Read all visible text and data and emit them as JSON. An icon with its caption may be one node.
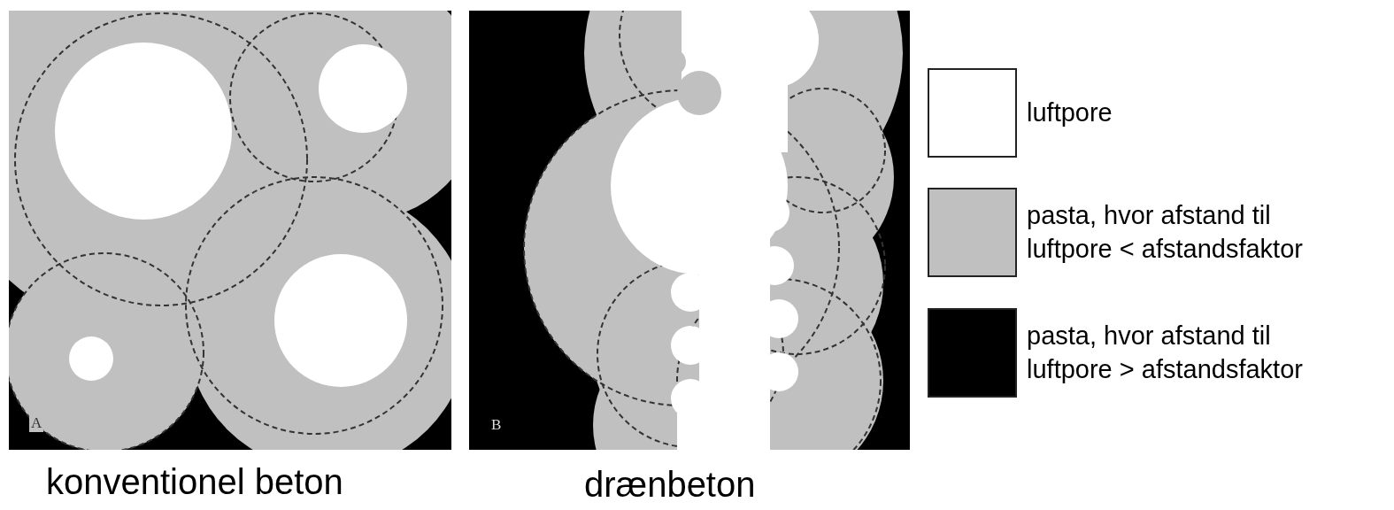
{
  "diagram": {
    "labels": [
      "A",
      "konventionel beton",
      "B",
      "drænbeton"
    ],
    "legend": [
      {
        "text": "luftpore",
        "color": "#ffffff"
      },
      {
        "text": "pasta, hvor afstand til luftpore < afstandsfaktor",
        "color": "#c0c0c0"
      },
      {
        "text": "pasta, hvor afstand til luftpore > afstandsfaktor",
        "color": "#000000"
      }
    ]
  }
}
